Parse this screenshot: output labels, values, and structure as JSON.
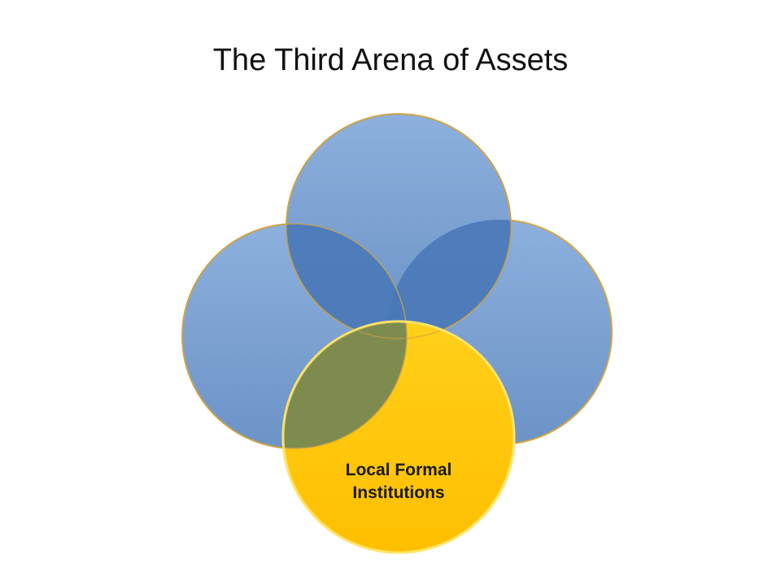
{
  "slide": {
    "title": "The Third Arena of Assets"
  },
  "diagram": {
    "type": "venn",
    "circles": [
      {
        "name": "top",
        "label": "",
        "color": "#6f98cc"
      },
      {
        "name": "left",
        "label": "",
        "color": "#6f98cc"
      },
      {
        "name": "right",
        "label": "",
        "color": "#6f98cc"
      },
      {
        "name": "bottom",
        "label_lines": [
          "Local Formal",
          "Institutions"
        ],
        "color": "#ffc400"
      }
    ],
    "colors": {
      "blue_fill": "#6f98cc",
      "blue_overlap": "#3f6eae",
      "yellow_fill": "#ffc400",
      "olive_overlap": "#7e8b4f",
      "outline": "#d1a546"
    }
  }
}
